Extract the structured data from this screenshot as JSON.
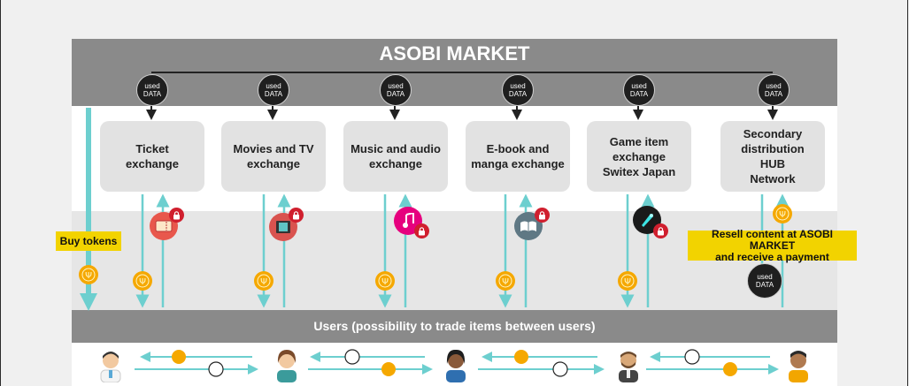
{
  "title": "ASOBI MARKET",
  "used_data_label": "used\nDATA",
  "exchanges": [
    {
      "id": "ticket",
      "label": "Ticket\nexchange",
      "icon": "ticket-icon"
    },
    {
      "id": "movies",
      "label": "Movies and TV\nexchange",
      "icon": "film-icon"
    },
    {
      "id": "music",
      "label": "Music and audio\nexchange",
      "icon": "music-note-icon"
    },
    {
      "id": "ebook",
      "label": "E-book and\nmanga exchange",
      "icon": "book-icon"
    },
    {
      "id": "game",
      "label": "Game item\nexchange\nSwitex Japan",
      "icon": "game-gem-icon"
    },
    {
      "id": "secondary",
      "label": "Secondary\ndistribution\nHUB\nNetwork",
      "icon": ""
    }
  ],
  "buy_tokens_label": "Buy tokens",
  "resell_label": "Resell content at ASOBI MARKET\nand receive a payment",
  "users_label": "Users (possibility to trade items between users)",
  "colors": {
    "band_gray": "#8a8a8a",
    "arrow_teal": "#6dcfcf",
    "token_gold": "#f5a800",
    "label_yellow": "#f2d300",
    "lock_red": "#d01f2e"
  }
}
